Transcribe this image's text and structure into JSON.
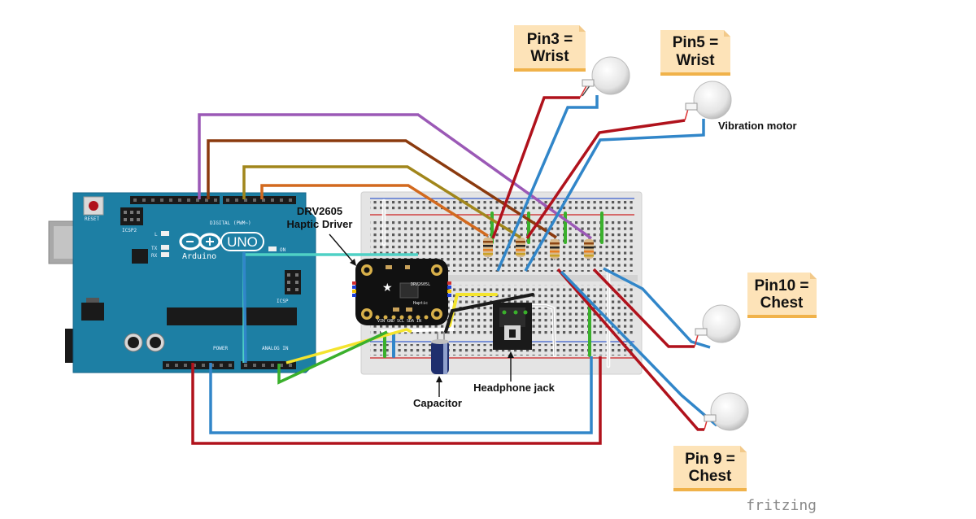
{
  "notes": {
    "wrist_pin3": [
      "Pin3 =",
      "Wrist"
    ],
    "wrist_pin5": [
      "Pin5 =",
      "Wrist"
    ],
    "chest_pin10": [
      "Pin10 =",
      "Chest"
    ],
    "chest_pin9": [
      "Pin  9 =",
      "Chest"
    ]
  },
  "labels": {
    "driver_line1": "DRV2605",
    "driver_line2": "Haptic Driver",
    "vibration_motor": "Vibration motor",
    "capacitor": "Capacitor",
    "headphone_jack": "Headphone jack"
  },
  "arduino": {
    "uno": "UNO",
    "arduino": "Arduino",
    "reset": "RESET",
    "icsp": "ICSP",
    "icsp2": "ICSP2",
    "digital": "DIGITAL (PWM~)",
    "power": "POWER",
    "analog": "ANALOG IN",
    "on": "ON",
    "l": "L",
    "tx": "TX",
    "rx": "RX"
  },
  "breakout": {
    "chip": "DRV2605L",
    "sub": "Haptic",
    "pins": [
      "VIN",
      "GND",
      "SCL",
      "SDA",
      "IN"
    ]
  },
  "footer": {
    "brand": "fritzing"
  },
  "colors": {
    "arduino_board": "#1d7fa4",
    "breadboard": "#e6e6e6",
    "note_bg": "#fde3b8",
    "wire_red": "#b0121c",
    "wire_blue": "#3186c9",
    "wire_purple": "#9b59b6",
    "wire_brown": "#8b3a0e",
    "wire_olive": "#a1861b",
    "wire_orange": "#d2691e",
    "wire_cyan": "#4fd1c5",
    "wire_yellow": "#f4e42e",
    "wire_green": "#3ab02c"
  }
}
